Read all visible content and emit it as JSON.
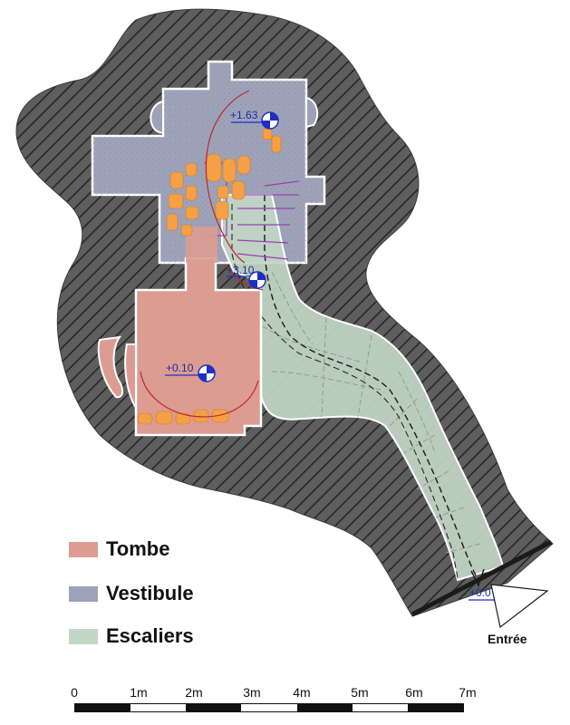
{
  "zones": [
    {
      "key": "tombe",
      "label": "Tombe",
      "color": "#dc9c92"
    },
    {
      "key": "vestibule",
      "label": "Vestibule",
      "color": "#9da2b9"
    },
    {
      "key": "escaliers",
      "label": "Escaliers",
      "color": "#c2d6c4"
    }
  ],
  "elevations": [
    "+1.63",
    "+3.10",
    "+0.10",
    "+0.0"
  ],
  "entrance_label": "Entrée",
  "scale": {
    "tick_labels": [
      "0",
      "1m",
      "2m",
      "3m",
      "4m",
      "5m",
      "6m",
      "7m"
    ],
    "segment_colors": [
      "#111111",
      "#ffffff",
      "#111111",
      "#ffffff",
      "#111111",
      "#ffffff",
      "#111111"
    ]
  },
  "colors": {
    "rock": "#5e5e5e",
    "hatch": "#2a2a2a",
    "blocks": "#f5a046",
    "red_arc": "#c0262b",
    "purple_lines": "#9a3fb0",
    "marker": "#1f2fc4"
  }
}
